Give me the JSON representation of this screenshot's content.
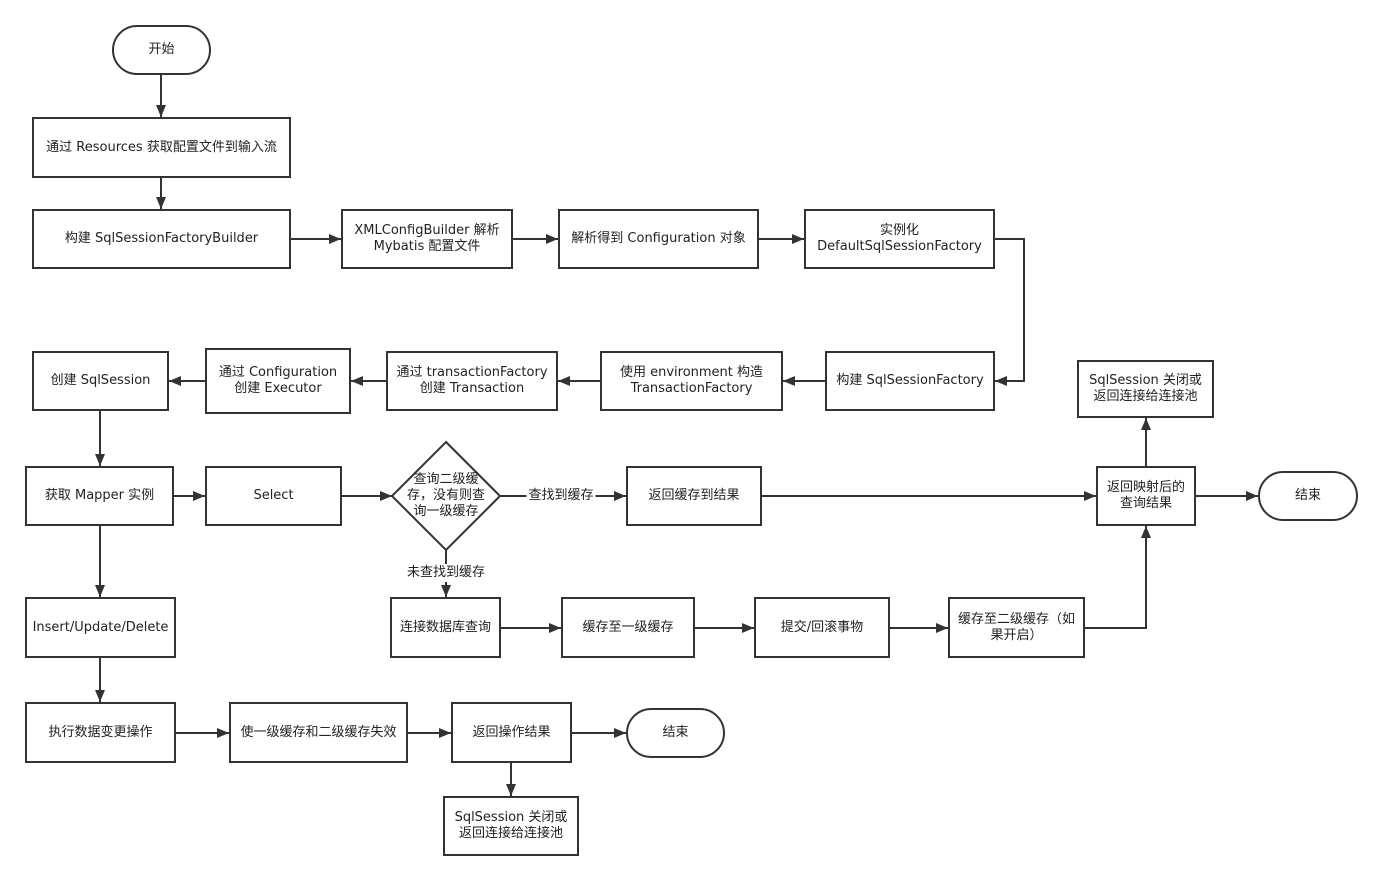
{
  "nodes": {
    "start": "开始",
    "load_config": "通过 Resources 获取配置文件到输入流",
    "build_builder": "构建 SqlSessionFactoryBuilder",
    "xml_parse": [
      "XMLConfigBuilder 解析",
      "Mybatis 配置文件"
    ],
    "get_configuration": "解析得到 Configuration 对象",
    "instantiate_factory": [
      "实例化",
      "DefaultSqlSessionFactory"
    ],
    "build_factory": "构建 SqlSessionFactory",
    "transaction_factory": [
      "使用 environment 构造",
      "TransactionFactory"
    ],
    "create_transaction": [
      "通过 transactionFactory",
      "创建 Transaction"
    ],
    "create_executor": [
      "通过 Configuration",
      "创建 Executor"
    ],
    "create_session": "创建 SqlSession",
    "get_mapper": "获取 Mapper 实例",
    "select": "Select",
    "cache_check": [
      "查询二级缓",
      "存，没有则查",
      "询一级缓存"
    ],
    "return_cache": "返回缓存到结果",
    "return_mapped": [
      "返回映射后的",
      "查询结果"
    ],
    "end_query": "结束",
    "close_session_query": [
      "SqlSession 关闭或",
      "返回连接给连接池"
    ],
    "db_query": "连接数据库查询",
    "cache_l1": "缓存至一级缓存",
    "commit_rollback": "提交/回滚事物",
    "cache_l2": [
      "缓存至二级缓存（如",
      "果开启）"
    ],
    "insert_update_delete": "Insert/Update/Delete",
    "execute_change": "执行数据变更操作",
    "invalidate_cache": "使一级缓存和二级缓存失效",
    "return_result": "返回操作结果",
    "end_change": "结束",
    "close_session_change": [
      "SqlSession 关闭或",
      "返回连接给连接池"
    ]
  },
  "edge_labels": {
    "cache_hit": "查找到缓存",
    "cache_miss": "未查找到缓存"
  },
  "colors": {
    "stroke": "#333333",
    "fill": "#ffffff",
    "text": "#222222"
  }
}
